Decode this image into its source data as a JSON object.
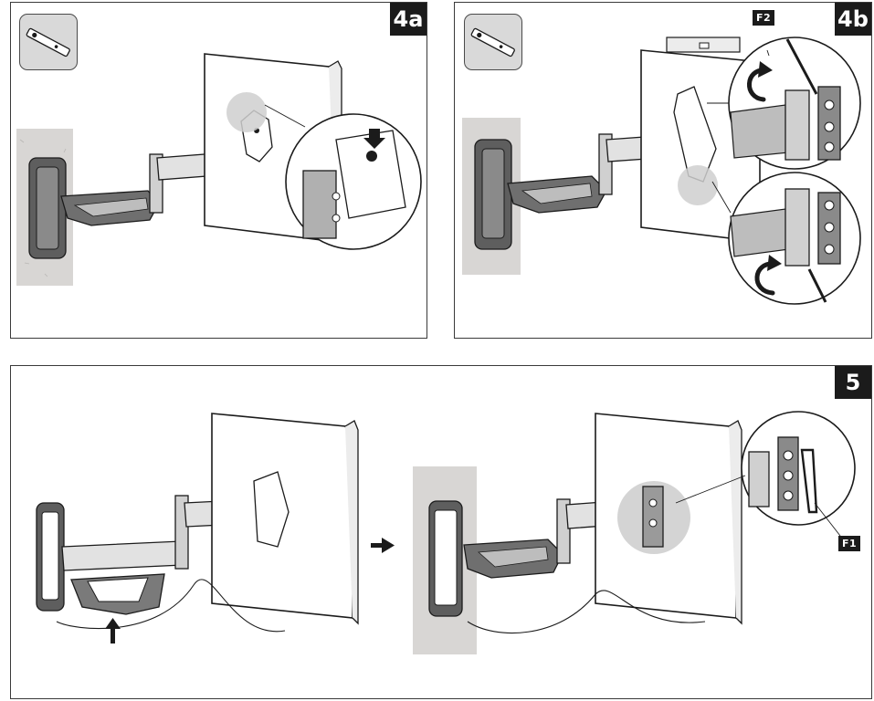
{
  "panels": [
    {
      "id": "4a",
      "step_label": "4a"
    },
    {
      "id": "4b",
      "step_label": "4b",
      "callouts": [
        "F2"
      ]
    },
    {
      "id": "5",
      "step_label": "5",
      "callouts": [
        "F1"
      ]
    }
  ],
  "icons": {
    "tool": "wrench-tool-icon",
    "rotate_clockwise": "rotate-arrow-icon",
    "arrow_up": "arrow-up-icon",
    "arrow_right": "arrow-right-icon"
  },
  "colors": {
    "line": "#1b1b1b",
    "panel_border": "#3a3a3a",
    "wall": "#d8d6d4",
    "arm_dark": "#7a7a7a",
    "arm_light": "#e3e3e3",
    "highlight": "#cfcfcf"
  }
}
